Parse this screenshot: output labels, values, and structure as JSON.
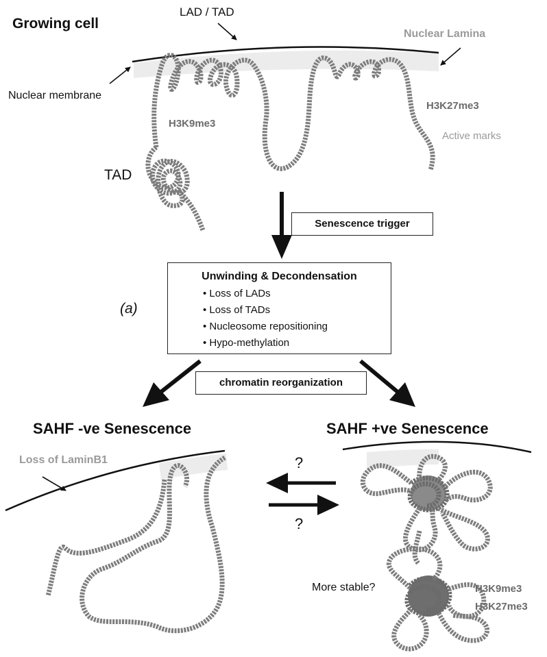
{
  "header": {
    "growing_cell": "Growing cell",
    "lad_tad": "LAD / TAD"
  },
  "top_labels": {
    "nuclear_lamina": "Nuclear Lamina",
    "nuclear_membrane": "Nuclear membrane",
    "h3k9me3": "H3K9me3",
    "h3k27me3": "H3K27me3",
    "active_marks": "Active marks",
    "tad": "TAD"
  },
  "trigger": {
    "label": "Senescence trigger"
  },
  "process": {
    "marker": "(a)",
    "title": "Unwinding & Decondensation",
    "items": [
      "• Loss of LADs",
      "• Loss of TADs",
      "• Nucleosome repositioning",
      "• Hypo-methylation"
    ]
  },
  "reorg": {
    "label": "chromatin reorganization"
  },
  "left_panel": {
    "title": "SAHF -ve Senescence",
    "lamin_label": "Loss of LaminB1"
  },
  "right_panel": {
    "title": "SAHF +ve Senescence",
    "more_stable": "More stable?",
    "mark1": "H3K9me3",
    "mark2": "H3K27me3"
  },
  "exchange": {
    "q_top": "?",
    "q_bottom": "?"
  },
  "colors": {
    "chromatin": "#7d7d7d",
    "lamina_shade": "#ececec",
    "text_grey": "#9a9a9a"
  }
}
